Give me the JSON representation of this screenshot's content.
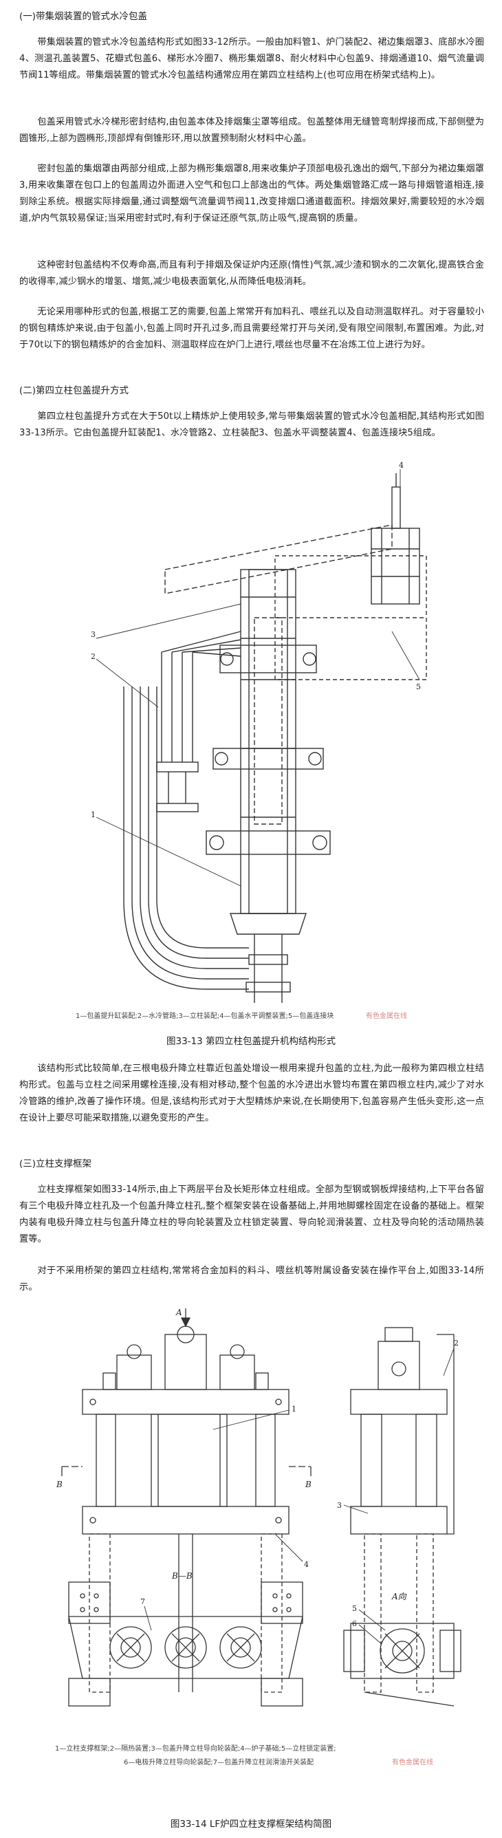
{
  "section1": {
    "heading": "(一)带集烟装置的管式水冷包盖",
    "paragraphs": [
      "带集烟装置的管式水冷包盖结构形式如图33-12所示。一般由加料管1、炉门装配2、裙边集烟罩3、底部水冷圈4、测温孔盖装置5、花瓣式包盖6、梯形水冷圈7、椭形集烟罩8、耐火材料中心包盖9、排烟通道10、烟气流量调节阀11等组成。带集烟装置的管式水冷包盖结构通常应用在第四立柱结构上(也可应用在桥架式结构上)。",
      "包盖采用管式水冷梯形密封结构,由包盖本体及排烟集尘罩等组成。包盖整体用无缝管弯制焊接而成,下部侧壁为圆锥形,上部为圆椭形,顶部焊有倒锥形环,用以放置预制耐火材料中心盖。",
      "密封包盖的集烟罩由两部分组成,上部为椭形集烟罩8,用来收集炉子顶部电极孔逸出的烟气,下部分为裙边集烟罩3,用来收集罩在包口上的包盖周边外面进入空气和包口上部逸出的气体。两处集烟管路汇成一路与排烟管道相连,接到除尘系统。根据实际排烟量,通过调整烟气流量调节阀11,改变排烟口通道截面积。排烟效果好,需要较短的水冷烟道,炉内气氛较易保证;当采用密封式时,有利于保证还原气氛,防止吸气,提高钢的质量。",
      "这种密封包盖结构不仅寿命高,而且有利于排烟及保证炉内还原(惰性)气氛,减少渣和钢水的二次氧化,提高铁合金的收得率,减少钢水的增氢、增氮,减少电极表面氧化,从而降低电极消耗。",
      "无论采用哪种形式的包盖,根据工艺的需要,包盖上常常开有加料孔、喂丝孔以及自动测温取样孔。对于容量较小的钢包精炼炉来说,由于包盖小,包盖上同时开孔过多,而且需要经常打开与关闭,受有限空间限制,布置困难。为此,对于70t以下的钢包精炼炉的合金加料、测温取样应在炉门上进行,喂丝也尽量不在冶炼工位上进行为好。"
    ]
  },
  "section2": {
    "heading": "(二)第四立柱包盖提升方式",
    "paragraphs": [
      "第四立柱包盖提升方式在大于50t以上精炼炉上使用较多,常与带集烟装置的管式水冷包盖相配,其结构形式如图33-13所示。它由包盖提升缸装配1、水冷管路2、立柱装配3、包盖水平调整装置4、包盖连接块5组成。"
    ],
    "figure": {
      "labels": [
        "1",
        "2",
        "3",
        "4",
        "5"
      ],
      "legend": "1—包盖提升缸装配;2—水冷管路;3—立柱装配;4—包盖水平调整装置;5—包盖连接块",
      "watermark": "有色金属在线",
      "caption": "图33-13 第四立柱包盖提升机构结构形式"
    },
    "after": [
      "该结构形式比较简单,在三根电极升降立柱靠近包盖处增设一根用来提升包盖的立柱,为此一般称为第四根立柱结构形式。包盖与立柱之间采用螺栓连接,没有相对移动,整个包盖的水冷进出水管均布置在第四根立柱内,减少了对水冷管路的维护,改善了操作环境。但是,该结构形式对于大型精炼炉来说,在长期使用下,包盖容易产生低头变形,这一点在设计上要尽可能采取措施,以避免变形的产生。"
    ]
  },
  "section3": {
    "heading": "(三)立柱支撑框架",
    "paragraphs": [
      "立柱支撑框架如图33-14所示,由上下两层平台及长矩形体立柱组成。全部为型钢或钢板焊接结构,上下平台各留有三个电极升降立柱孔及一个包盖升降立柱孔,整个框架安装在设备基础上,并用地脚螺栓固定在设备的基础上。框架内装有电极升降立柱与包盖升降立柱的导向轮装置及立柱锁定装置、导向轮润滑装置、立柱及导向轮的活动隔热装置等。",
      "对于不采用桥架的第四立柱结构,常常将合金加料的料斗、喂丝机等附属设备安装在操作平台上,如图33-14所示。"
    ],
    "figure": {
      "labels": [
        "1",
        "2",
        "3",
        "4",
        "5",
        "6",
        "7"
      ],
      "views": [
        "A",
        "B",
        "B",
        "B—B",
        "A向"
      ],
      "legend1": "1—立柱支撑框架;2—隔热装置;3—包盖升降立柱导向轮装配;4—炉子基础;5—立柱锁定装置;",
      "legend2": "6—电极升降立柱导向轮装配;7—包盖升降立柱润滑油开关装配",
      "watermark": "有色金属在线",
      "caption": "图33-14 LF炉四立柱支撑框架结构简图"
    }
  }
}
